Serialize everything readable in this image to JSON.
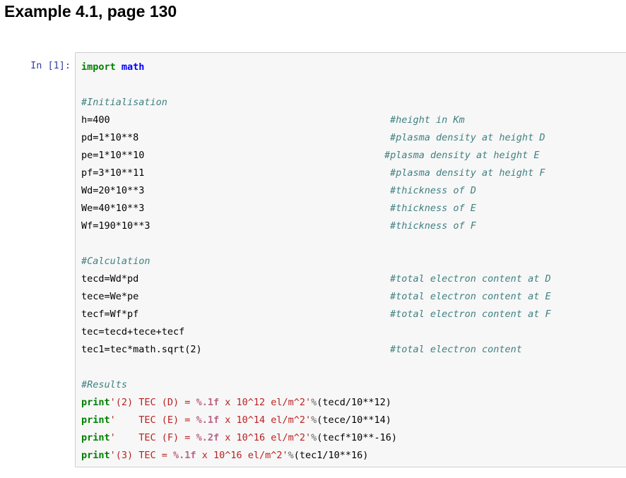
{
  "heading": "Example 4.1, page 130",
  "cell": {
    "prompt": "In [1]:",
    "code": {
      "import_kw": "import",
      "import_mod": "math",
      "sec_init": "#Initialisation",
      "h": "h=400",
      "h_c": "#height in Km",
      "pd": "pd=1*10**8",
      "pd_c": "#plasma density at height D",
      "pe": "pe=1*10**10",
      "pe_c": "#plasma density at height E",
      "pf": "pf=3*10**11",
      "pf_c": "#plasma density at height F",
      "Wd": "Wd=20*10**3",
      "Wd_c": "#thickness of D",
      "We": "We=40*10**3",
      "We_c": "#thickness of E",
      "Wf": "Wf=190*10**3",
      "Wf_c": "#thickness of F",
      "sec_calc": "#Calculation",
      "tecd": "tecd=Wd*pd",
      "tecd_c": "#total electron content at D",
      "tece": "tece=We*pe",
      "tece_c": "#total electron content at E",
      "tecf": "tecf=Wf*pf",
      "tecf_c": "#total electron content at F",
      "tec": "tec=tecd+tece+tecf",
      "tec1": "tec1=tec*math.sqrt(2)",
      "tec1_c": "#total electron content",
      "sec_res": "#Results",
      "print_kw": "print",
      "p1_a": "'(2) TEC (D) = ",
      "p1_fmt": "%.1f",
      "p1_b": " x 10^12 el/m^2'",
      "p1_op": "%",
      "p1_arg": "(tecd/10**12)",
      "p2_a": "'    TEC (E) = ",
      "p2_fmt": "%.1f",
      "p2_b": " x 10^14 el/m^2'",
      "p2_op": "%",
      "p2_arg": "(tece/10**14)",
      "p3_a": "'    TEC (F) = ",
      "p3_fmt": "%.2f",
      "p3_b": " x 10^16 el/m^2'",
      "p3_op": "%",
      "p3_arg": "(tecf*10**-16)",
      "p4_a": "'(3) TEC = ",
      "p4_fmt": "%.1f",
      "p4_b": " x 10^16 el/m^2'",
      "p4_op": "%",
      "p4_arg": "(tec1/10**16)"
    }
  }
}
